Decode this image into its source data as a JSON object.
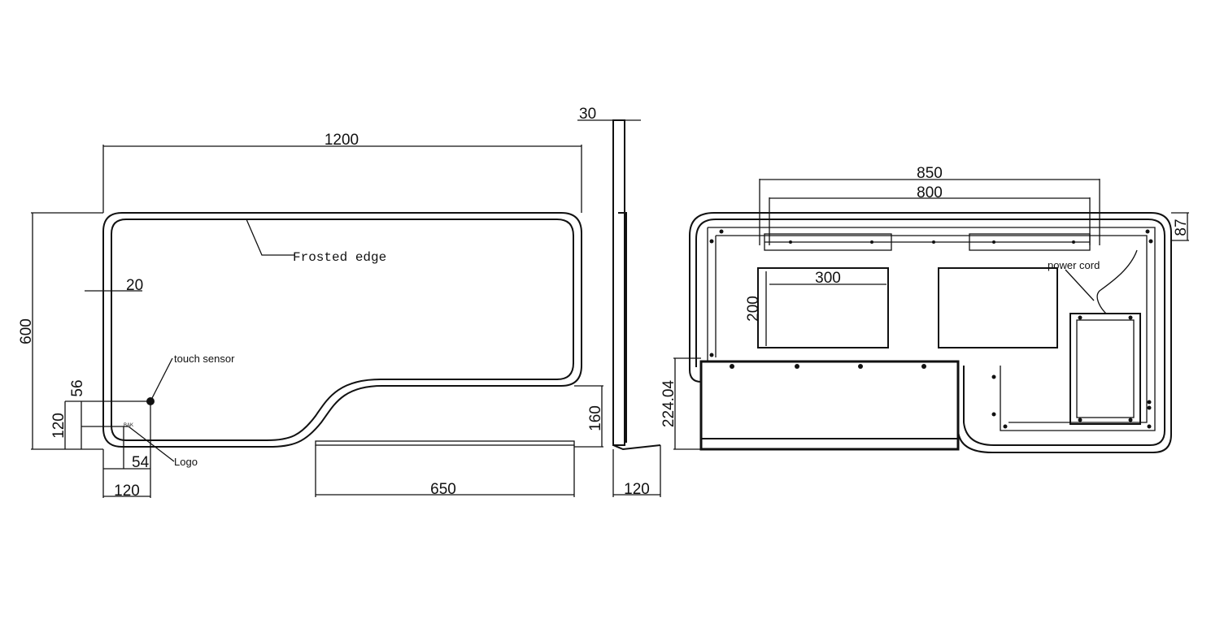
{
  "front_view": {
    "width_dim": "1200",
    "height_dim": "600",
    "frosted_edge_label": "Frosted edge",
    "edge_width_dim": "20",
    "touch_sensor_label": "touch sensor",
    "logo_label": "Logo",
    "logo_mark": "BAK",
    "sensor_offset_dim": "56",
    "sensor_height_dim": "120",
    "logo_offset_dim": "54",
    "sensor_width_dim": "120",
    "shelf_width_dim": "650",
    "shelf_height_dim": "160"
  },
  "side_view": {
    "thickness_dim": "30",
    "depth_dim": "120"
  },
  "back_view": {
    "outer_bracket_dim": "850",
    "inner_bracket_dim": "800",
    "top_offset_dim": "87",
    "panel_width_dim": "300",
    "panel_height_dim": "200",
    "power_cord_label": "power cord",
    "lower_height_dim": "224.04"
  }
}
